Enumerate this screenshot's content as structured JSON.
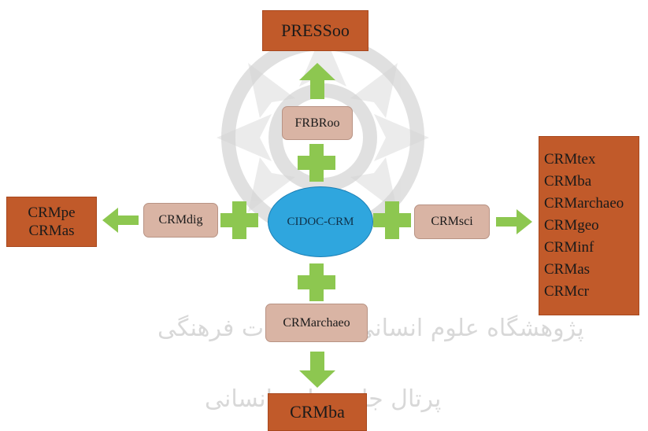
{
  "center": {
    "label": "CIDOC-CRM"
  },
  "nodes": {
    "top_outer": "PRESSoo",
    "top_inner": "FRBRoo",
    "left_outer": [
      "CRMpe",
      "CRMas"
    ],
    "left_inner": "CRMdig",
    "right_inner": "CRMsci",
    "right_outer": [
      "CRMtex",
      "CRMba",
      "CRMarchaeo",
      "CRMgeo",
      "CRMinf",
      "CRMas",
      "CRMcr"
    ],
    "bottom_inner": "CRMarchaeo",
    "bottom_outer": "CRMba"
  },
  "watermark": {
    "line1": "پژوهشگاه علوم انسانی و مطالعات فرهنگی",
    "line2": "پرتال جامع علوم انسانی"
  },
  "colors": {
    "outer_box": "#c15a2a",
    "inner_box": "#d9b4a4",
    "center": "#2fa6de",
    "connector": "#8dc750"
  }
}
